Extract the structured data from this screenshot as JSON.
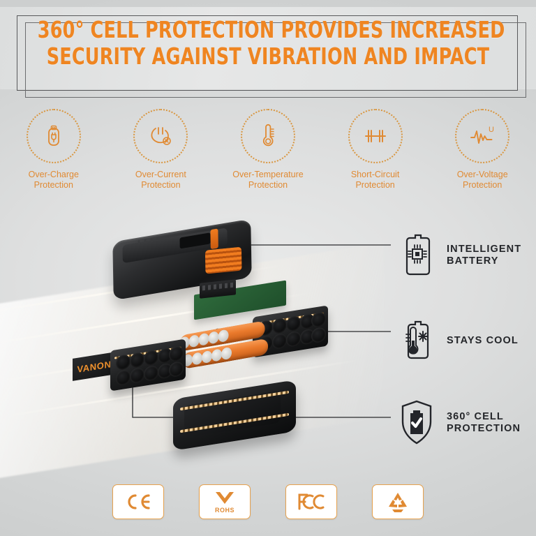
{
  "header": {
    "line1": "360° CELL PROTECTION PROVIDES INCREASED",
    "line2": "SECURITY AGAINST VIBRATION AND IMPACT",
    "text_color": "#ef8521",
    "frame_color": "#58595b"
  },
  "protections": [
    {
      "icon": "usb-charge-plug-icon",
      "label_line1": "Over-Charge",
      "label_line2": "Protection"
    },
    {
      "icon": "current-loop-cross-icon",
      "label_line1": "Over-Current",
      "label_line2": "Protection"
    },
    {
      "icon": "thermometer-icon",
      "label_line1": "Over-Temperature",
      "label_line2": "Protection"
    },
    {
      "icon": "short-circuit-icon",
      "label_line1": "Short-Circuit",
      "label_line2": "Protection"
    },
    {
      "icon": "voltage-waveform-icon",
      "label_line1": "Over-Voltage",
      "label_line2": "Protection"
    }
  ],
  "protection_accent": "#e08a33",
  "diagram": {
    "brand_tag": "VANON",
    "brand_tag_color": "#f0922e",
    "cell_color": "#ea7a2c",
    "shell_color": "#1d1e20",
    "pcb_color": "#2f6b3c"
  },
  "features": [
    {
      "icon": "chip-battery-icon",
      "line1": "INTELLIGENT",
      "line2": "BATTERY"
    },
    {
      "icon": "thermometer-snowflake-battery-icon",
      "line1": "STAYS COOL",
      "line2": ""
    },
    {
      "icon": "shield-battery-check-icon",
      "line1": "360° CELL",
      "line2": "PROTECTION"
    }
  ],
  "feature_text_color": "#24262a",
  "certifications": [
    {
      "icon": "ce-mark-icon",
      "label": ""
    },
    {
      "icon": "rohs-check-icon",
      "label": "ROHS"
    },
    {
      "icon": "fcc-mark-icon",
      "label": ""
    },
    {
      "icon": "recycle-icon",
      "label": ""
    }
  ],
  "cert_accent": "#e08a33"
}
